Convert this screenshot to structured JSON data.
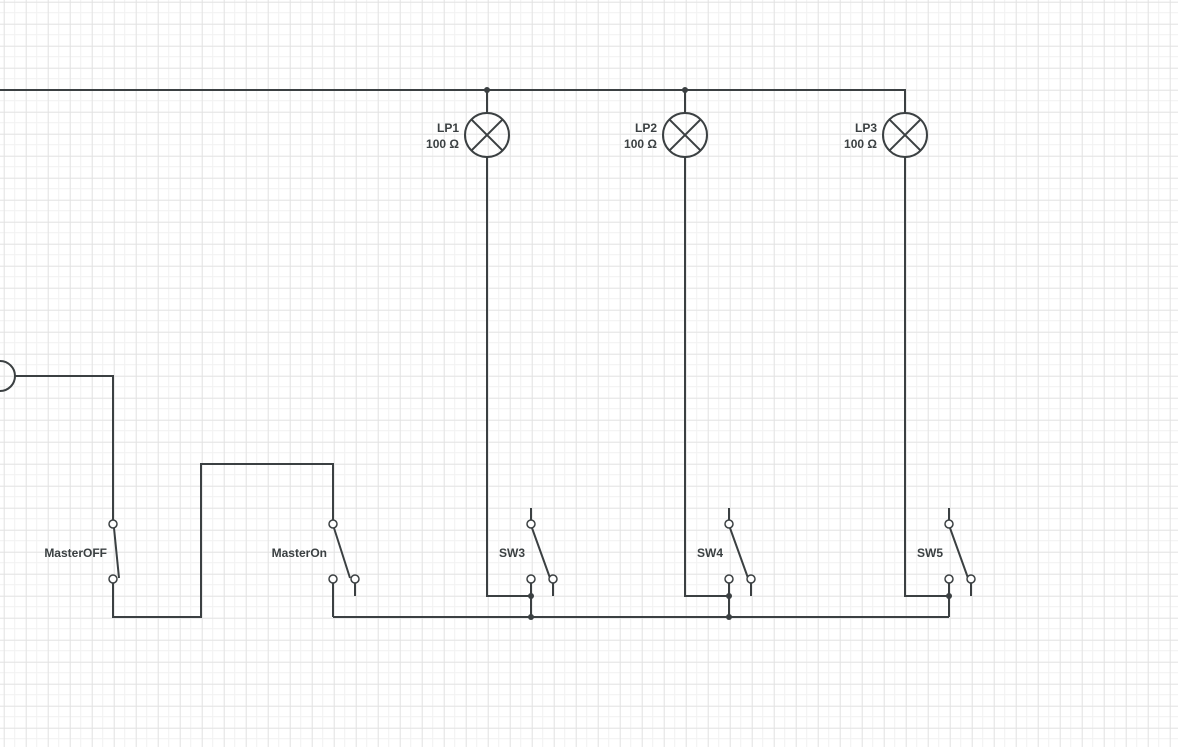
{
  "diagram": {
    "lamps": [
      {
        "name": "LP1",
        "value": "100 Ω"
      },
      {
        "name": "LP2",
        "value": "100 Ω"
      },
      {
        "name": "LP3",
        "value": "100 Ω"
      }
    ],
    "switches": [
      {
        "name": "MasterOFF"
      },
      {
        "name": "MasterOn"
      },
      {
        "name": "SW3"
      },
      {
        "name": "SW4"
      },
      {
        "name": "SW5"
      }
    ]
  },
  "colors": {
    "wire": "#3b4042",
    "grid": "#e6e6e6",
    "background": "#ffffff"
  }
}
